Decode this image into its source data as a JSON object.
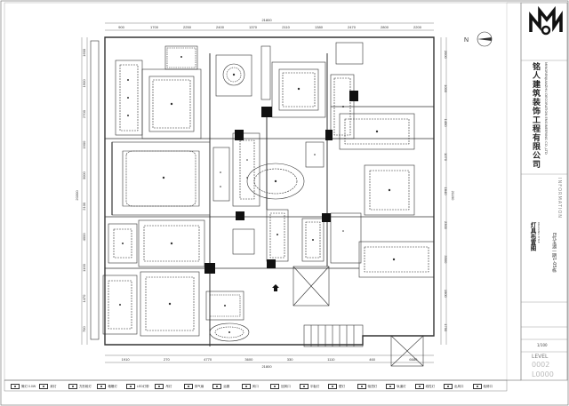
{
  "title_block": {
    "company_cn": "铭人建筑装饰工程有限公司",
    "company_en": "MINGRENJIANZHU DECORATION ENGINEERING CO.,LTD",
    "information_label": "INFORMATION",
    "drawing_title": "灯具布置图",
    "drawing_title_en": "DRAWING TITLE",
    "project_name": "E代玉湖一期1-05栋",
    "scale_value": "1/100",
    "level_label": "LEVEL",
    "level_value": "0002",
    "sheet_value": "L0000"
  },
  "plan": {
    "total_width_label": "21800",
    "total_width_label_bottom": "21800",
    "total_height_label": "20300",
    "right_height_label": "21190",
    "top_dims": [
      "900",
      "1700",
      "2250",
      "2400",
      "1370",
      "2110",
      "1380",
      "2470",
      "2800",
      "2200"
    ],
    "bottom_dims": [
      "1910",
      "270",
      "4770",
      "3600",
      "330",
      "1110",
      "460",
      "6680"
    ],
    "left_dims": [
      "1600",
      "1900",
      "2700",
      "1900",
      "3000",
      "2100",
      "4000",
      "1100",
      "1470",
      "700"
    ],
    "right_dims": [
      "2000",
      "1000",
      "1490",
      "1070",
      "1840",
      "2300",
      "3500",
      "1900",
      "1750"
    ]
  },
  "north_label": "N",
  "legend": [
    {
      "symbol": "downlight",
      "label": "筒灯 0.0W"
    },
    {
      "symbol": "spot",
      "label": "射灯"
    },
    {
      "symbol": "square-spot",
      "label": "方形射灯"
    },
    {
      "symbol": "grille",
      "label": "格栅灯"
    },
    {
      "symbol": "strip",
      "label": "LED灯带"
    },
    {
      "symbol": "pendant",
      "label": "吊灯"
    },
    {
      "symbol": "exhaust",
      "label": "排气扇"
    },
    {
      "symbol": "heater",
      "label": "浴霸"
    },
    {
      "symbol": "fan",
      "label": "风口"
    },
    {
      "symbol": "return",
      "label": "回风口"
    },
    {
      "symbol": "panel",
      "label": "平板灯"
    },
    {
      "symbol": "wall",
      "label": "壁灯"
    },
    {
      "symbol": "ceiling",
      "label": "吸顶灯"
    },
    {
      "symbol": "track",
      "label": "轨道灯"
    },
    {
      "symbol": "linear",
      "label": "线性灯"
    },
    {
      "symbol": "outlet",
      "label": "出风口"
    },
    {
      "symbol": "access",
      "label": "检修口"
    }
  ]
}
